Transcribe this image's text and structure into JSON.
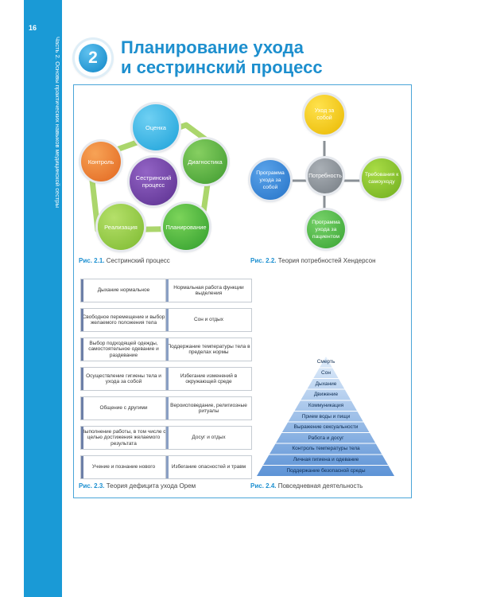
{
  "page_number": "16",
  "side_text": "Часть 2. Основы практических навыков медицинской сестры",
  "chapter": {
    "number": "2",
    "title_line1": "Планирование ухода",
    "title_line2": "и сестринский процесс"
  },
  "fig1": {
    "center": "Сестринский процесс",
    "nodes": [
      "Оценка",
      "Диагностика",
      "Планирование",
      "Реализация",
      "Контроль"
    ],
    "caption_num": "Рис. 2.1.",
    "caption_text": "Сестринский процесс"
  },
  "fig2": {
    "center": "Потребность",
    "nodes": [
      "Уход за собой",
      "Требования к самоуходу",
      "Программа ухода за пациентом",
      "Программа ухода за собой"
    ],
    "caption_num": "Рис. 2.2.",
    "caption_text": "Теория потребностей Хендерсон"
  },
  "fig3": {
    "left": [
      "Дыхание нормальное",
      "Свободное перемещение и выбор желаемого положения тела",
      "Выбор подходящей одежды, самостоятельное одевание и раздевание",
      "Осуществление гигиены тела и ухода за собой",
      "Общение с другими",
      "Выполнение работы, в том числе с целью достижения желаемого результата",
      "Учение и познание нового"
    ],
    "right": [
      "Нормальная работа функции выделения",
      "Сон и отдых",
      "Поддержание температуры тела в пределах нормы",
      "Избегание изменений в окружающей среде",
      "Вероисповедание, религиозные ритуалы",
      "Досуг и отдых",
      "Избегание опасностей и травм"
    ],
    "caption_num": "Рис. 2.3.",
    "caption_text": "Теория дефицита ухода Орем"
  },
  "fig4": {
    "tiers": [
      "Смерть",
      "Сон",
      "Дыхание",
      "Движение",
      "Коммуникация",
      "Прием воды и пищи",
      "Выражение сексуальности",
      "Работа и досуг",
      "Контроль температуры тела",
      "Личная гигиена и одевание",
      "Поддержание безопасной среды"
    ],
    "caption_num": "Рис. 2.4.",
    "caption_text": "Повседневная деятельность"
  },
  "colors": {
    "accent": "#1a9ad6",
    "ocenka": "#35b3e4",
    "diagnostika": "#4fa93b",
    "planirovanie": "#47b23a",
    "realizaciya": "#8cc63f",
    "kontrol": "#f0782a",
    "center": "#6b3fa0",
    "potrebnost": "#8a9096",
    "uhod": "#f2cb05",
    "trebovaniya": "#7cb829",
    "programma_pacient": "#4db848",
    "programma_sebya": "#3686d6"
  }
}
